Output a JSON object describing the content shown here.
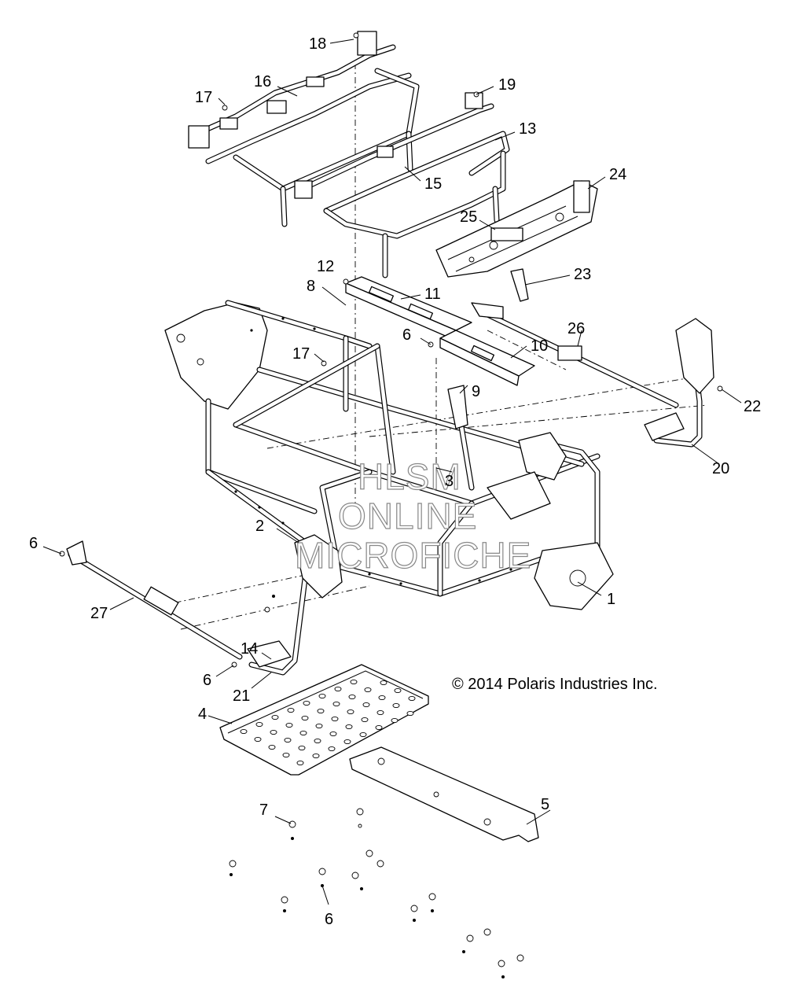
{
  "copyright": "© 2014 Polaris Industries Inc.",
  "watermark": {
    "line1": "HLSM",
    "line2": "ONLINE",
    "line3": "MICROFICHE"
  },
  "callouts": {
    "c1": "1",
    "c2": "2",
    "c3": "3",
    "c4": "4",
    "c5": "5",
    "c6a": "6",
    "c6b": "6",
    "c6c": "6",
    "c6d": "6",
    "c7": "7",
    "c8": "8",
    "c9": "9",
    "c10": "10",
    "c11": "11",
    "c12": "12",
    "c13": "13",
    "c14": "14",
    "c15": "15",
    "c16": "16",
    "c17a": "17",
    "c17b": "17",
    "c18": "18",
    "c19": "19",
    "c20": "20",
    "c21": "21",
    "c22": "22",
    "c23": "23",
    "c24": "24",
    "c25": "25",
    "c26": "26",
    "c27": "27"
  }
}
